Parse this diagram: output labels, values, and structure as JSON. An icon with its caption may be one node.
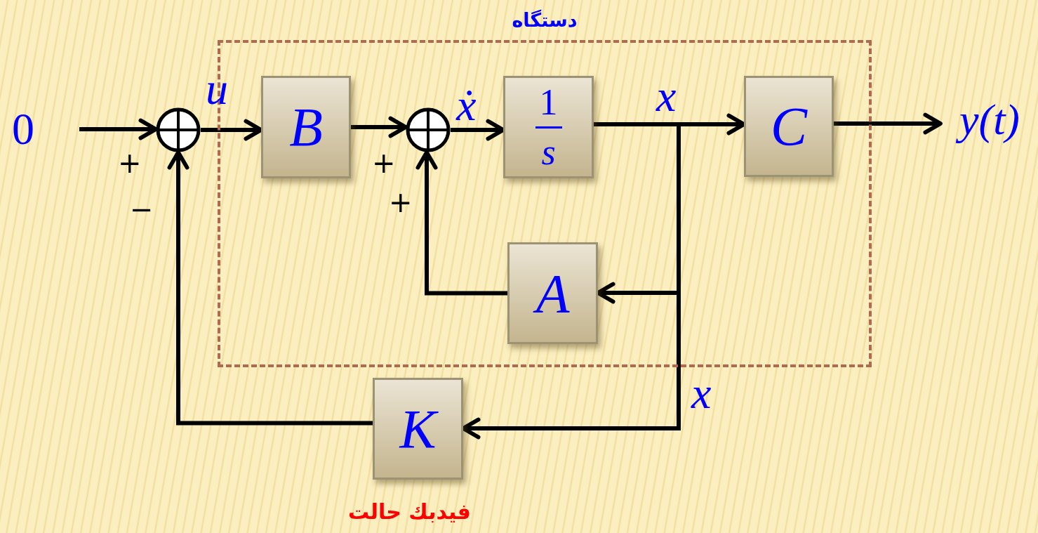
{
  "diagram": {
    "nodes": [
      {
        "text": [
          "0"
        ]
      },
      {
        "text": [],
        "shape": "circle"
      },
      {
        "text": [
          "دستگاه"
        ]
      },
      {
        "text": [
          "B"
        ],
        "in": 2
      },
      {
        "text": [],
        "shape": "circle",
        "in": 2
      },
      {
        "text": [
          "1",
          "s"
        ],
        "in": 2
      },
      {
        "text": [
          "C"
        ],
        "in": 2
      },
      {
        "text": [
          "A"
        ],
        "in": 2
      },
      {
        "text": [
          "K"
        ],
        "beside": [
          "فیدبك حالت"
        ]
      },
      {
        "text": [
          "y(t)"
        ]
      }
    ],
    "edges": [
      {
        "from": 0,
        "to": 1,
        "arrow": "to"
      },
      {
        "from": 1,
        "to": 3,
        "arrow": "to",
        "label": "u"
      },
      {
        "from": 3,
        "to": 4,
        "arrow": "to"
      },
      {
        "from": 4,
        "to": 5,
        "arrow": "to",
        "label": "ẋ"
      },
      {
        "from": 5,
        "to": 6,
        "arrow": "to",
        "label": "x"
      },
      {
        "from": 6,
        "to": 9,
        "arrow": "to"
      },
      {
        "from": 5,
        "to": 7,
        "arrow": "to"
      },
      {
        "from": 7,
        "to": 4,
        "arrow": "to"
      },
      {
        "from": 5,
        "to": 8,
        "arrow": "to",
        "label": "x"
      },
      {
        "from": 8,
        "to": 1,
        "arrow": "to"
      }
    ],
    "labels": [
      "+",
      "−",
      "+",
      "+"
    ]
  }
}
